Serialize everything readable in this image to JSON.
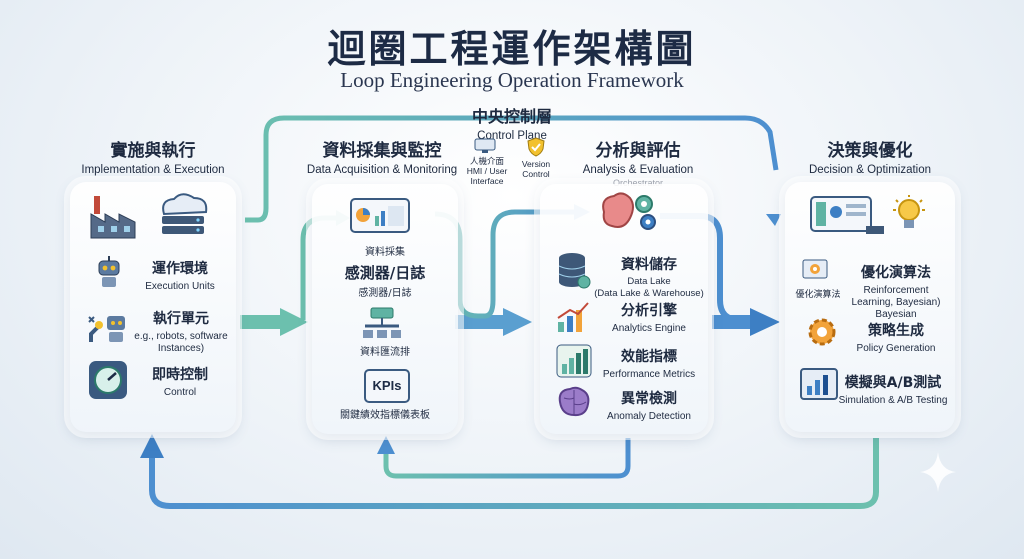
{
  "title": {
    "zh": "迴圈工程運作架構圖",
    "en": "Loop Engineering Operation Framework"
  },
  "control_plane": {
    "zh": "中央控制層",
    "en": "Control Plane",
    "items": [
      {
        "zh": "人機介面",
        "en": "HMI / User Interface",
        "icon": "monitor-icon"
      },
      {
        "en": "Version Control",
        "icon": "shield-check-icon"
      }
    ]
  },
  "sections": [
    {
      "zh": "實施與執行",
      "en": "Implementation & Execution",
      "items": [
        {
          "zh": "運作環境",
          "en": "Execution Units",
          "icon": "robot-icon"
        },
        {
          "zh": "執行單元",
          "en": "e.g., robots, software Instances)",
          "icon": "robot-arm-icon"
        },
        {
          "zh": "即時控制",
          "en": "Control",
          "icon": "gauge-icon"
        }
      ]
    },
    {
      "zh": "資料採集與監控",
      "en": "Data Acquisition & Monitoring",
      "items": [
        {
          "zh": "資料採集",
          "icon": "dashboard-icon"
        },
        {
          "zh": "感測器/日誌",
          "sub": "感測器/日誌"
        },
        {
          "zh": "資料匯流排",
          "icon": "data-bus-icon"
        },
        {
          "zh": "關鍵績效指標儀表板",
          "badge": "KPIs",
          "icon": "kpi-icon"
        }
      ]
    },
    {
      "zh": "分析與評估",
      "en": "Analysis & Evaluation",
      "sub": "Orchestrator",
      "items": [
        {
          "zh": "資料儲存",
          "en": "Data Lake\n(Data Lake & Warehouse)",
          "icon": "database-icon"
        },
        {
          "zh": "分析引擎",
          "en": "Analytics Engine",
          "icon": "chart-up-icon"
        },
        {
          "zh": "效能指標",
          "en": "Performance Metrics",
          "icon": "bar-chart-icon"
        },
        {
          "zh": "異常檢測",
          "en": "Anomaly Detection",
          "icon": "brain-icon"
        }
      ]
    },
    {
      "zh": "決策與優化",
      "en": "Decision & Optimization",
      "items": [
        {
          "zh": "優化演算法",
          "en": "Reinforcement\nLearning, Bayesian)\nBayesian",
          "small": "優化演算法",
          "icon": "algorithm-icon"
        },
        {
          "zh": "策略生成",
          "en": "Policy Generation",
          "icon": "gear-icon"
        },
        {
          "zh": "模擬與A/B測試",
          "en": "Simulation & A/B Testing",
          "icon": "simulation-icon"
        }
      ]
    }
  ],
  "colors": {
    "teal": "#5fb3a3",
    "blue": "#3d7fc4",
    "navy": "#1d2b45"
  }
}
